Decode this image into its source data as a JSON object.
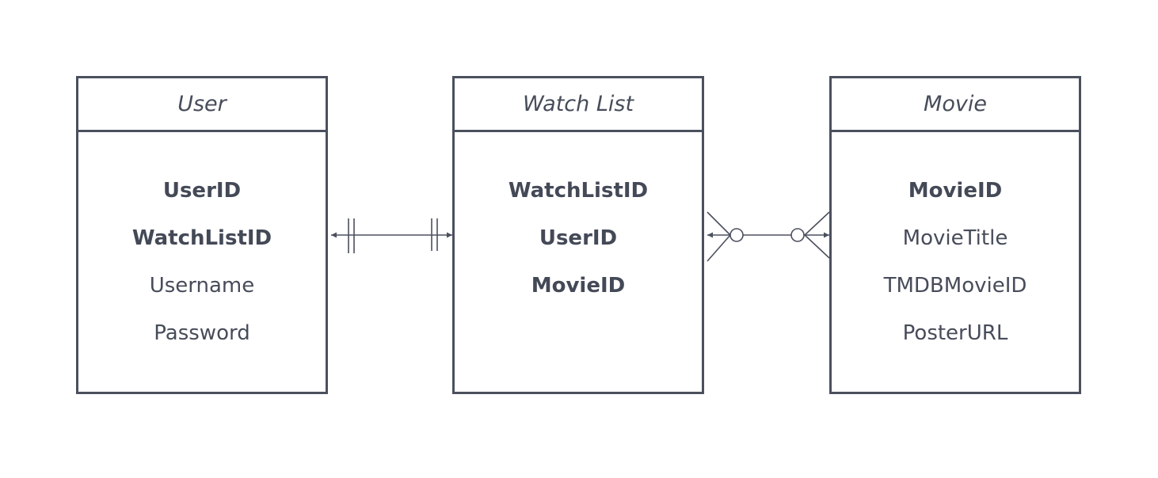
{
  "entities": [
    {
      "title": "User",
      "attributes": [
        {
          "name": "UserID",
          "key": true
        },
        {
          "name": "WatchListID",
          "key": true
        },
        {
          "name": "Username",
          "key": false
        },
        {
          "name": "Password",
          "key": false
        }
      ]
    },
    {
      "title": "Watch List",
      "attributes": [
        {
          "name": "WatchListID",
          "key": true
        },
        {
          "name": "UserID",
          "key": true
        },
        {
          "name": "MovieID",
          "key": true
        }
      ]
    },
    {
      "title": "Movie",
      "attributes": [
        {
          "name": "MovieID",
          "key": true
        },
        {
          "name": "MovieTitle",
          "key": false
        },
        {
          "name": "TMDBMovieID",
          "key": false
        },
        {
          "name": "PosterURL",
          "key": false
        }
      ]
    }
  ],
  "relationships": [
    {
      "from": "User",
      "to": "Watch List",
      "from_cardinality": "one-and-only-one",
      "to_cardinality": "one-and-only-one"
    },
    {
      "from": "Watch List",
      "to": "Movie",
      "from_cardinality": "zero-or-many",
      "to_cardinality": "zero-or-many"
    }
  ],
  "colors": {
    "stroke": "#4b505e",
    "text": "#474c5a"
  }
}
